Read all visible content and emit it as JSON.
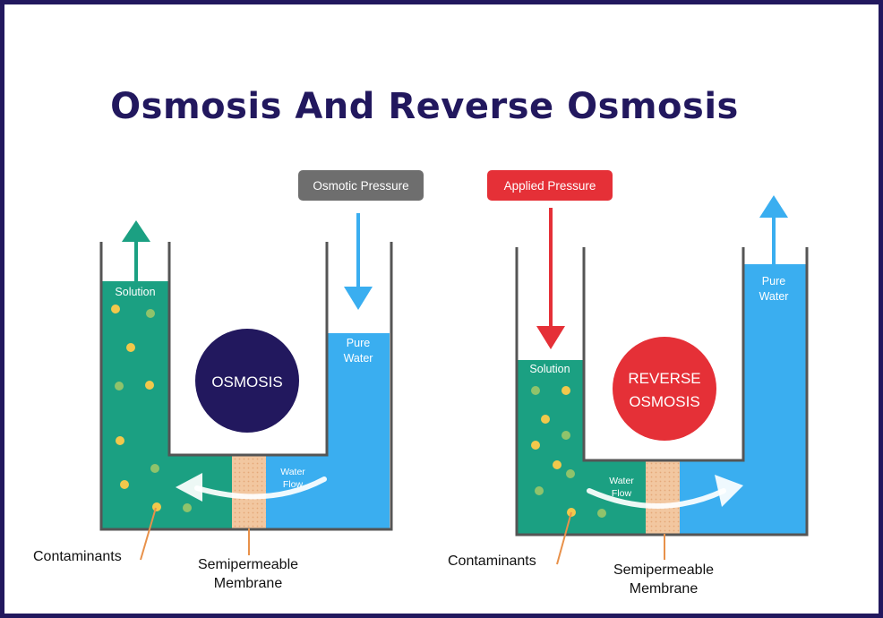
{
  "title": "Osmosis And Reverse Osmosis",
  "colors": {
    "frame": "#22185e",
    "solution": "#1ba082",
    "pure_water": "#3aaef0",
    "membrane": "#f2c7a0",
    "wall": "#555555",
    "osmosis_circle": "#22185e",
    "reverse_circle": "#e53037",
    "osmotic_badge": "#6e6e6e",
    "applied_badge": "#e53037",
    "callout_line": "#e8914a",
    "particle_yellow": "#f2c84b",
    "particle_green": "#8fc36b"
  },
  "osmosis": {
    "pressure_badge": "Osmotic Pressure",
    "center_label": "OSMOSIS",
    "solution_label": "Solution",
    "pure_water_label": [
      "Pure",
      "Water"
    ],
    "water_flow_label": [
      "Water",
      "Flow"
    ],
    "contaminants_label": "Contaminants",
    "membrane_label": [
      "Semipermeable",
      "Membrane"
    ]
  },
  "reverse": {
    "pressure_badge": "Applied Pressure",
    "center_label": [
      "REVERSE",
      "OSMOSIS"
    ],
    "solution_label": "Solution",
    "pure_water_label": [
      "Pure",
      "Water"
    ],
    "water_flow_label": [
      "Water",
      "Flow"
    ],
    "contaminants_label": "Contaminants",
    "membrane_label": [
      "Semipermeable",
      "Membrane"
    ]
  }
}
